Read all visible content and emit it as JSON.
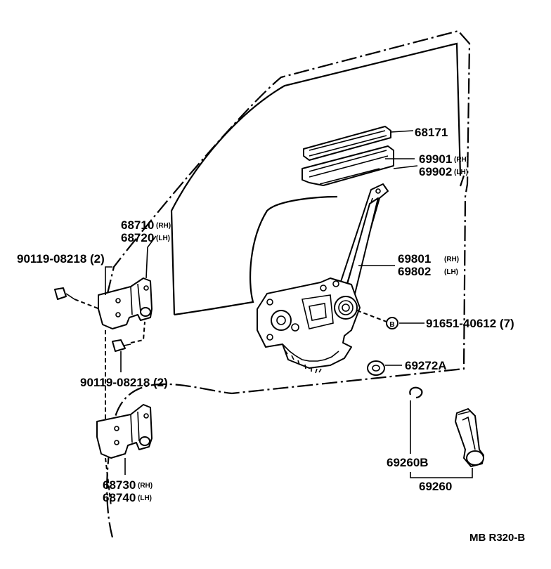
{
  "parts": {
    "p68171": {
      "number": "68171",
      "suffix": ""
    },
    "p69901": {
      "number": "69901",
      "suffix": "(RH)"
    },
    "p69902": {
      "number": "69902",
      "suffix": "(LH)"
    },
    "p68710": {
      "number": "68710",
      "suffix": "(RH)"
    },
    "p68720": {
      "number": "68720",
      "suffix": "(LH)"
    },
    "p90119a": {
      "number": "90119-08218 (2)"
    },
    "p69801": {
      "number": "69801",
      "suffix": "(RH)"
    },
    "p69802": {
      "number": "69802",
      "suffix": "(LH)"
    },
    "p91651": {
      "number": "91651-40612 (7)"
    },
    "p69272A": {
      "number": "69272A"
    },
    "p90119b": {
      "number": "90119-08218 (2)"
    },
    "p69260B": {
      "number": "69260B"
    },
    "p69260": {
      "number": "69260"
    },
    "p68730": {
      "number": "68730",
      "suffix": "(RH)"
    },
    "p68740": {
      "number": "68740",
      "suffix": "(LH)"
    }
  },
  "reference": "MB R320-B",
  "icons": {
    "bolt_marker": "B"
  }
}
